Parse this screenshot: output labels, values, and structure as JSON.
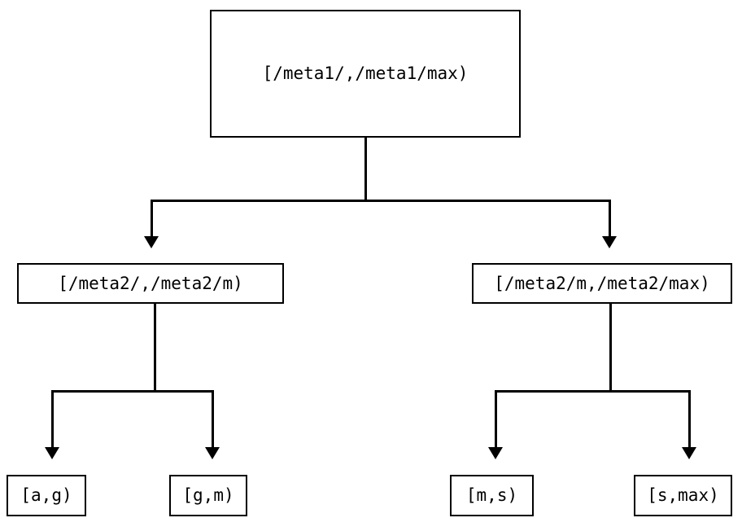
{
  "diagram": {
    "type": "range-partition-tree",
    "title": "",
    "background_color": "#ffffff",
    "stroke_color": "#000000",
    "text_color": "#000000"
  },
  "nodes": {
    "root": {
      "label": "[/meta1/,/meta1/max)",
      "level": 0
    },
    "mid_left": {
      "label": "[/meta2/,/meta2/m)",
      "level": 1
    },
    "mid_right": {
      "label": "[/meta2/m,/meta2/max)",
      "level": 1
    },
    "leaf_1": {
      "label": "[a,g)",
      "level": 2
    },
    "leaf_2": {
      "label": "[g,m)",
      "level": 2
    },
    "leaf_3": {
      "label": "[m,s)",
      "level": 2
    },
    "leaf_4": {
      "label": "[s,max)",
      "level": 2
    }
  },
  "edges": [
    {
      "from": "root",
      "to": "mid_left",
      "arrow": "down"
    },
    {
      "from": "root",
      "to": "mid_right",
      "arrow": "down"
    },
    {
      "from": "mid_left",
      "to": "leaf_1",
      "arrow": "down"
    },
    {
      "from": "mid_left",
      "to": "leaf_2",
      "arrow": "down"
    },
    {
      "from": "mid_right",
      "to": "leaf_3",
      "arrow": "down"
    },
    {
      "from": "mid_right",
      "to": "leaf_4",
      "arrow": "down"
    }
  ]
}
